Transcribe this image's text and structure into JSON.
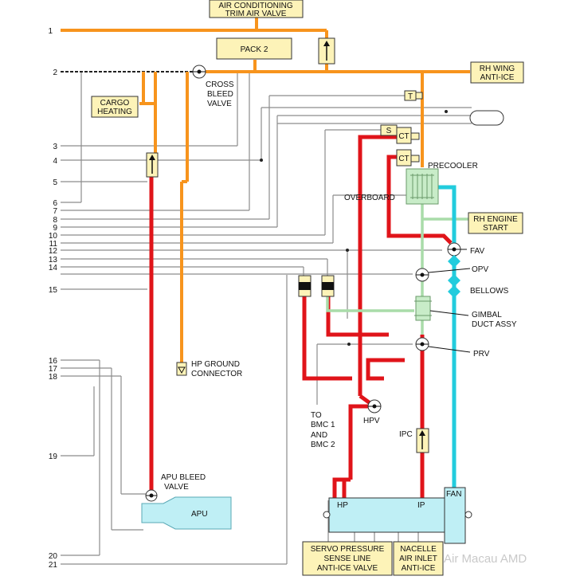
{
  "labels": {
    "ac_trim": [
      "AIR CONDITIONING",
      "TRIM AIR VALVE"
    ],
    "pack2": "PACK 2",
    "rh_wing": [
      "RH WING",
      "ANTI-ICE"
    ],
    "cargo": [
      "CARGO",
      "HEATING"
    ],
    "cross_bleed": [
      "CROSS",
      "BLEED",
      "VALVE"
    ],
    "t": "T",
    "s": "S",
    "ct": "CT",
    "precooler": "PRECOOLER",
    "overboard": "OVERBOARD",
    "rh_engine": [
      "RH ENGINE",
      "START"
    ],
    "fav": "FAV",
    "opv": "OPV",
    "bellows": "BELLOWS",
    "gimbal": [
      "GIMBAL",
      "DUCT ASSY"
    ],
    "prv": "PRV",
    "hp_ground": [
      "HP GROUND",
      "CONNECTOR"
    ],
    "to_bmc": [
      "TO",
      "BMC 1",
      "AND",
      "BMC 2"
    ],
    "hpv": "HPV",
    "ipc": "IPC",
    "apu_bleed": [
      "APU BLEED",
      "VALVE"
    ],
    "apu": "APU",
    "fan": "FAN",
    "hp": "HP",
    "ip": "IP",
    "servo": [
      "SERVO PRESSURE",
      "SENSE LINE",
      "ANTI-ICE VALVE"
    ],
    "nacelle": [
      "NACELLE",
      "AIR INLET",
      "ANTI-ICE"
    ],
    "watermark": "Air Macau AMD"
  },
  "line_numbers": [
    "1",
    "2",
    "3",
    "4",
    "5",
    "6",
    "7",
    "8",
    "9",
    "10",
    "11",
    "12",
    "13",
    "14",
    "15",
    "16",
    "17",
    "18",
    "19",
    "20",
    "21"
  ],
  "colors": {
    "bleed_orange": "#f7941d",
    "hp_red": "#e0141a",
    "fan_cyan": "#22ccdd",
    "precooler_green": "#a9dca9",
    "signal_grey": "#8c8c8c",
    "label_box": "#fdf3b8",
    "engine_box": "#bfeff5"
  }
}
